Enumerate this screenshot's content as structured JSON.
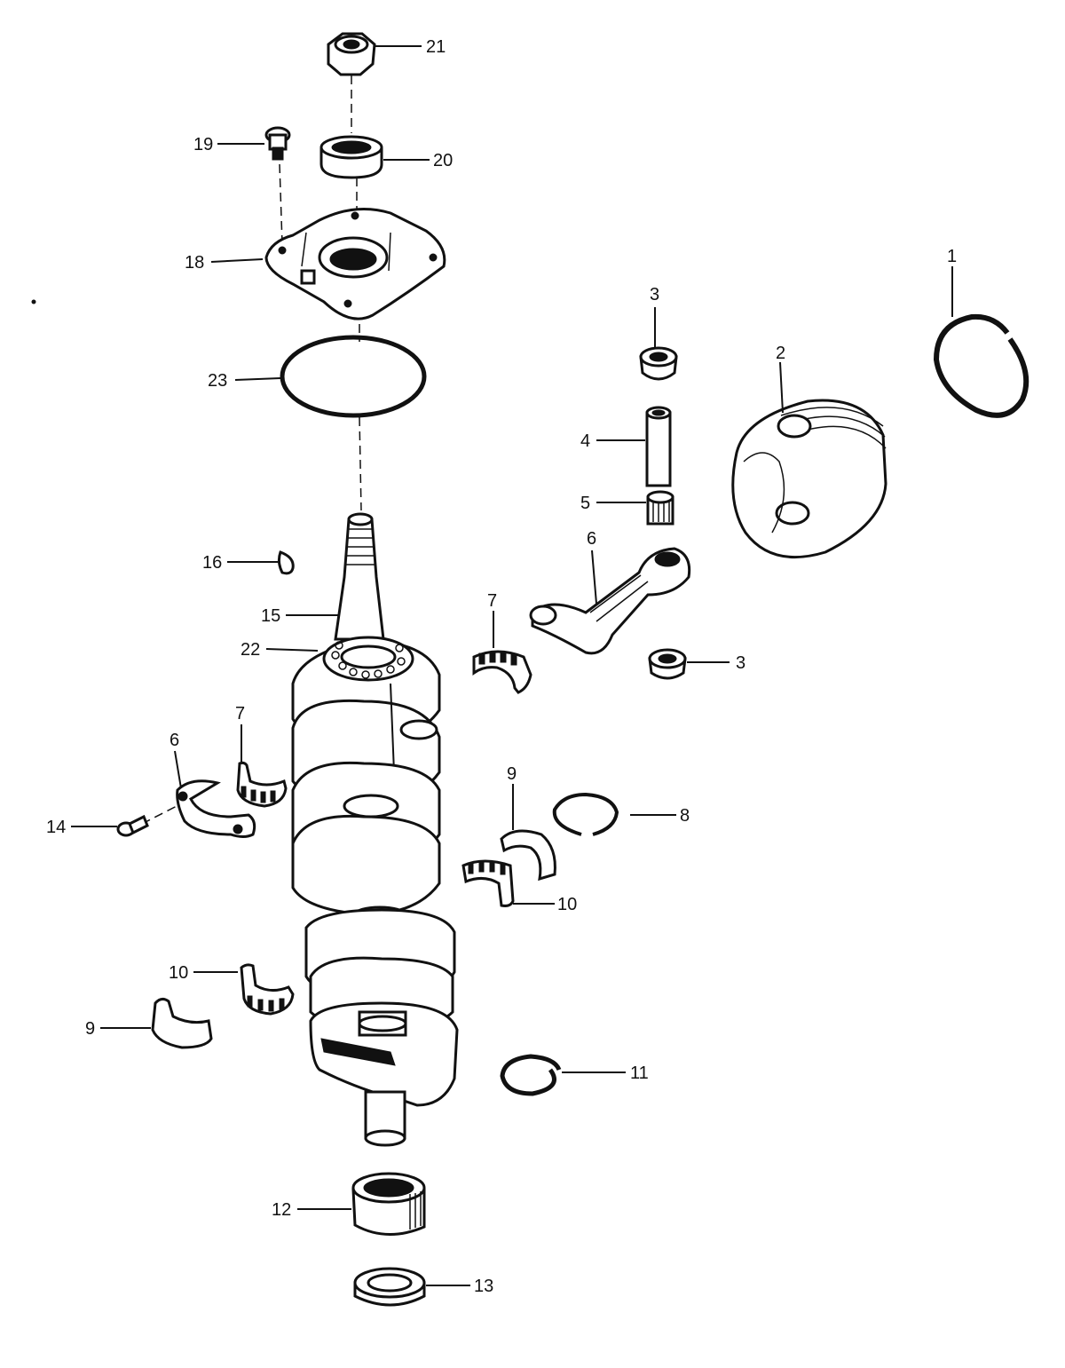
{
  "callouts": {
    "c1": "1",
    "c2": "2",
    "c3a": "3",
    "c3b": "3",
    "c4": "4",
    "c5": "5",
    "c6a": "6",
    "c6b": "6",
    "c7a": "7",
    "c7b": "7",
    "c8": "8",
    "c9a": "9",
    "c9b": "9",
    "c10a": "10",
    "c10b": "10",
    "c11": "11",
    "c12": "12",
    "c13": "13",
    "c14": "14",
    "c15": "15",
    "c16": "16",
    "c18": "18",
    "c19": "19",
    "c20": "20",
    "c21": "21",
    "c22": "22",
    "c23": "23"
  },
  "colors": {
    "ink": "#111111",
    "paper": "#ffffff"
  }
}
